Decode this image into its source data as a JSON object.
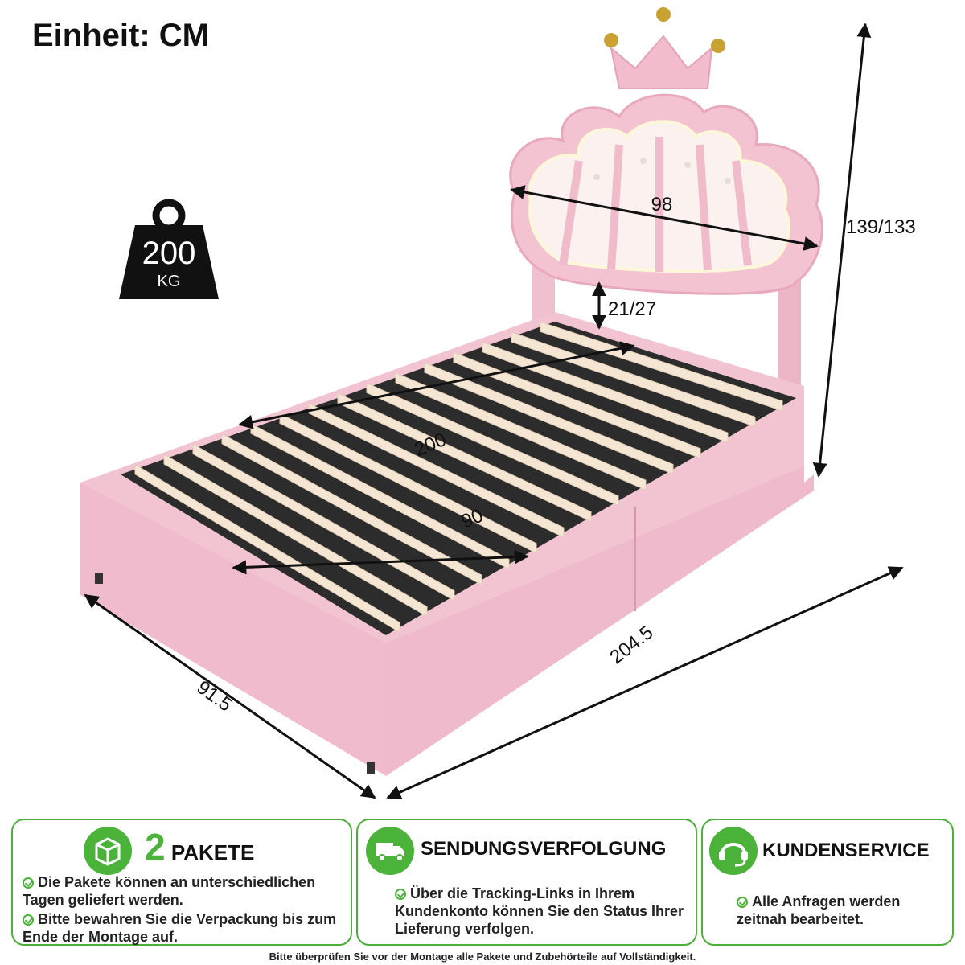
{
  "header": {
    "unit": "Einheit: CM"
  },
  "weight": {
    "value": "200",
    "unit": "KG"
  },
  "dimensions": {
    "headboard_width": "98",
    "total_height": "139/133",
    "leg_clearance": "21/27",
    "inner_length": "200",
    "inner_width": "90",
    "outer_length": "204.5",
    "outer_width": "91.5"
  },
  "boxes": {
    "packages": {
      "number": "2",
      "title": "PAKETE",
      "icon": "package-icon",
      "notes": [
        "Die Pakete können an unterschiedlichen Tagen geliefert werden.",
        "Bitte bewahren Sie die Verpackung bis zum Ende der Montage auf."
      ]
    },
    "tracking": {
      "title": "SENDUNGSVERFOLGUNG",
      "icon": "delivery-truck-icon",
      "notes": [
        "Über die Tracking-Links in Ihrem Kundenkonto können Sie den Status Ihrer Lieferung verfolgen."
      ]
    },
    "service": {
      "title": "KUNDENSERVICE",
      "icon": "headset-icon",
      "notes": [
        "Alle Anfragen werden zeitnah bearbeitet."
      ]
    }
  },
  "footer": {
    "note": "Bitte überprüfen Sie vor der Montage alle Pakete und Zubehörteile auf Vollständigkeit."
  },
  "colors": {
    "pink_frame": "#f2c4d2",
    "pink_dark": "#e3a6ba",
    "slat": "#f4e6d2",
    "green": "#4bb23a"
  }
}
